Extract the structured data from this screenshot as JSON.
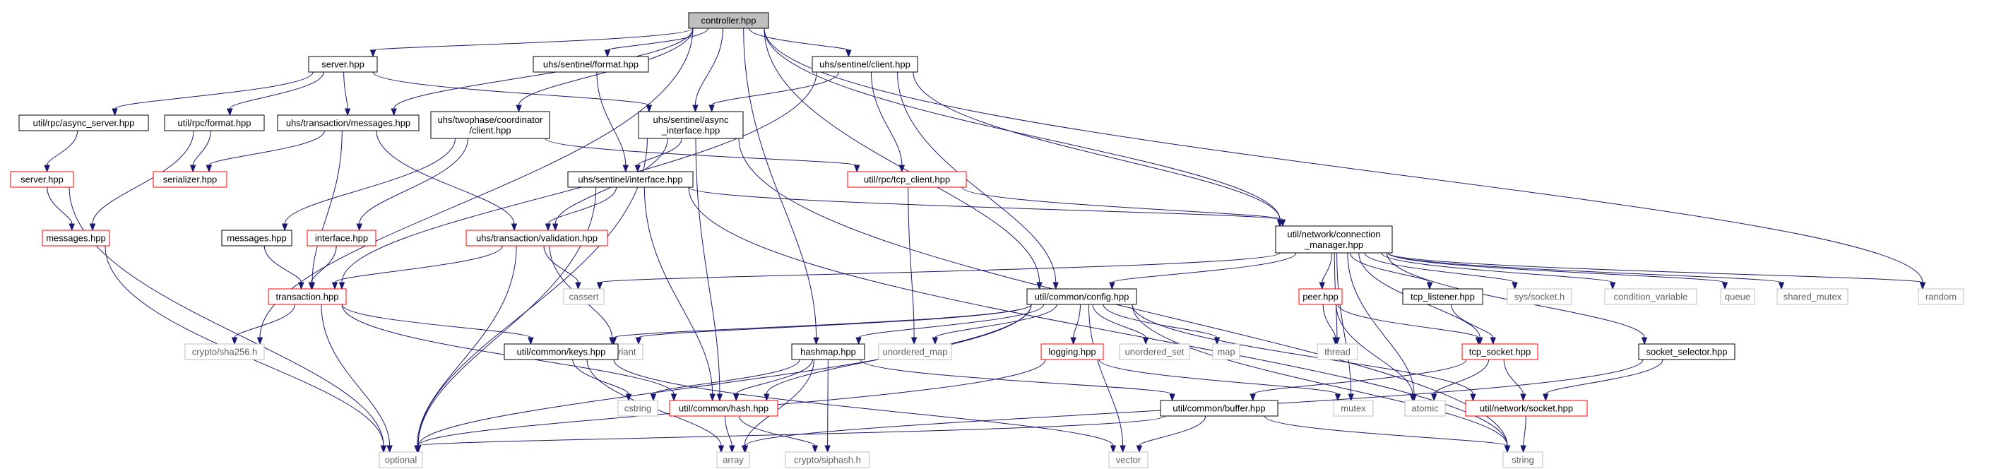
{
  "graph": {
    "colors": {
      "edge": "#191970",
      "root_fill": "#bfbfbf",
      "node_border": "#000000",
      "missing_border": "#ff0000",
      "external_border": "#bfbfbf",
      "external_text": "#5f5f5f"
    },
    "nodes": [
      {
        "id": "controller",
        "label": [
          "controller.hpp"
        ],
        "kind": "root"
      },
      {
        "id": "server_hpp",
        "label": [
          "server.hpp"
        ],
        "kind": "normal"
      },
      {
        "id": "sentinel_format",
        "label": [
          "uhs/sentinel/format.hpp"
        ],
        "kind": "normal"
      },
      {
        "id": "sentinel_client",
        "label": [
          "uhs/sentinel/client.hpp"
        ],
        "kind": "normal"
      },
      {
        "id": "async_server",
        "label": [
          "util/rpc/async_server.hpp"
        ],
        "kind": "normal"
      },
      {
        "id": "rpc_format",
        "label": [
          "util/rpc/format.hpp"
        ],
        "kind": "normal"
      },
      {
        "id": "tx_messages",
        "label": [
          "uhs/transaction/messages.hpp"
        ],
        "kind": "normal"
      },
      {
        "id": "twophase_client",
        "label": [
          "uhs/twophase/coordinator",
          "/client.hpp"
        ],
        "kind": "normal"
      },
      {
        "id": "async_interface",
        "label": [
          "uhs/sentinel/async",
          "_interface.hpp"
        ],
        "kind": "normal"
      },
      {
        "id": "server_hpp2",
        "label": [
          "server.hpp"
        ],
        "kind": "missing"
      },
      {
        "id": "serializer",
        "label": [
          "serializer.hpp"
        ],
        "kind": "missing"
      },
      {
        "id": "tcp_client",
        "label": [
          "util/rpc/tcp_client.hpp"
        ],
        "kind": "missing"
      },
      {
        "id": "sentinel_interface",
        "label": [
          "uhs/sentinel/interface.hpp"
        ],
        "kind": "normal"
      },
      {
        "id": "messages_red",
        "label": [
          "messages.hpp"
        ],
        "kind": "missing"
      },
      {
        "id": "messages_plain",
        "label": [
          "messages.hpp"
        ],
        "kind": "normal"
      },
      {
        "id": "interface_red",
        "label": [
          "interface.hpp"
        ],
        "kind": "missing"
      },
      {
        "id": "validation",
        "label": [
          "uhs/transaction/validation.hpp"
        ],
        "kind": "missing"
      },
      {
        "id": "conn_manager",
        "label": [
          "util/network/connection",
          "_manager.hpp"
        ],
        "kind": "normal"
      },
      {
        "id": "transaction",
        "label": [
          "transaction.hpp"
        ],
        "kind": "missing"
      },
      {
        "id": "cassert",
        "label": [
          "cassert"
        ],
        "kind": "external"
      },
      {
        "id": "config",
        "label": [
          "util/common/config.hpp"
        ],
        "kind": "normal"
      },
      {
        "id": "peer",
        "label": [
          "peer.hpp"
        ],
        "kind": "missing"
      },
      {
        "id": "tcp_listener",
        "label": [
          "tcp_listener.hpp"
        ],
        "kind": "normal"
      },
      {
        "id": "sys_socket",
        "label": [
          "sys/socket.h"
        ],
        "kind": "external"
      },
      {
        "id": "condition_variable",
        "label": [
          "condition_variable"
        ],
        "kind": "external"
      },
      {
        "id": "queue",
        "label": [
          "queue"
        ],
        "kind": "external"
      },
      {
        "id": "shared_mutex",
        "label": [
          "shared_mutex"
        ],
        "kind": "external"
      },
      {
        "id": "random",
        "label": [
          "random"
        ],
        "kind": "external"
      },
      {
        "id": "sha256",
        "label": [
          "crypto/sha256.h"
        ],
        "kind": "external"
      },
      {
        "id": "variant",
        "label": [
          "variant"
        ],
        "kind": "external"
      },
      {
        "id": "hashmap",
        "label": [
          "hashmap.hpp"
        ],
        "kind": "normal"
      },
      {
        "id": "unordered_map",
        "label": [
          "unordered_map"
        ],
        "kind": "external"
      },
      {
        "id": "logging",
        "label": [
          "logging.hpp"
        ],
        "kind": "missing"
      },
      {
        "id": "unordered_set",
        "label": [
          "unordered_set"
        ],
        "kind": "external"
      },
      {
        "id": "map",
        "label": [
          "map"
        ],
        "kind": "external"
      },
      {
        "id": "thread",
        "label": [
          "thread"
        ],
        "kind": "external"
      },
      {
        "id": "tcp_socket",
        "label": [
          "tcp_socket.hpp"
        ],
        "kind": "missing"
      },
      {
        "id": "socket_selector",
        "label": [
          "socket_selector.hpp"
        ],
        "kind": "normal"
      },
      {
        "id": "keys",
        "label": [
          "util/common/keys.hpp"
        ],
        "kind": "normal"
      },
      {
        "id": "cstring",
        "label": [
          "cstring"
        ],
        "kind": "external"
      },
      {
        "id": "hash",
        "label": [
          "util/common/hash.hpp"
        ],
        "kind": "missing"
      },
      {
        "id": "buffer",
        "label": [
          "util/common/buffer.hpp"
        ],
        "kind": "normal"
      },
      {
        "id": "mutex",
        "label": [
          "mutex"
        ],
        "kind": "external"
      },
      {
        "id": "atomic",
        "label": [
          "atomic"
        ],
        "kind": "external"
      },
      {
        "id": "net_socket",
        "label": [
          "util/network/socket.hpp"
        ],
        "kind": "missing"
      },
      {
        "id": "optional",
        "label": [
          "optional"
        ],
        "kind": "external"
      },
      {
        "id": "array",
        "label": [
          "array"
        ],
        "kind": "external"
      },
      {
        "id": "siphash",
        "label": [
          "crypto/siphash.h"
        ],
        "kind": "external"
      },
      {
        "id": "vector",
        "label": [
          "vector"
        ],
        "kind": "external"
      },
      {
        "id": "string",
        "label": [
          "string"
        ],
        "kind": "external"
      }
    ],
    "edges": [
      [
        "controller",
        "server_hpp"
      ],
      [
        "controller",
        "sentinel_format"
      ],
      [
        "controller",
        "sentinel_client"
      ],
      [
        "controller",
        "tx_messages"
      ],
      [
        "controller",
        "twophase_client"
      ],
      [
        "controller",
        "async_interface"
      ],
      [
        "controller",
        "config"
      ],
      [
        "controller",
        "conn_manager"
      ],
      [
        "controller",
        "hashmap"
      ],
      [
        "controller",
        "random"
      ],
      [
        "controller",
        "sha256"
      ],
      [
        "server_hpp",
        "async_server"
      ],
      [
        "server_hpp",
        "rpc_format"
      ],
      [
        "server_hpp",
        "tx_messages"
      ],
      [
        "server_hpp",
        "async_interface"
      ],
      [
        "sentinel_format",
        "sentinel_interface"
      ],
      [
        "sentinel_client",
        "async_interface"
      ],
      [
        "sentinel_client",
        "tcp_client"
      ],
      [
        "sentinel_client",
        "config"
      ],
      [
        "sentinel_client",
        "conn_manager"
      ],
      [
        "sentinel_client",
        "transaction"
      ],
      [
        "async_server",
        "server_hpp2"
      ],
      [
        "rpc_format",
        "serializer"
      ],
      [
        "rpc_format",
        "messages_red"
      ],
      [
        "tx_messages",
        "serializer"
      ],
      [
        "tx_messages",
        "validation"
      ],
      [
        "tx_messages",
        "transaction"
      ],
      [
        "twophase_client",
        "tcp_client"
      ],
      [
        "twophase_client",
        "messages_plain"
      ],
      [
        "twophase_client",
        "interface_red"
      ],
      [
        "async_interface",
        "sentinel_interface"
      ],
      [
        "async_interface",
        "validation"
      ],
      [
        "async_interface",
        "hash"
      ],
      [
        "async_interface",
        "optional"
      ],
      [
        "async_interface",
        "string"
      ],
      [
        "server_hpp2",
        "messages_red"
      ],
      [
        "server_hpp2",
        "optional"
      ],
      [
        "messages_red",
        "optional"
      ],
      [
        "tcp_client",
        "conn_manager"
      ],
      [
        "tcp_client",
        "unordered_map"
      ],
      [
        "sentinel_interface",
        "validation"
      ],
      [
        "sentinel_interface",
        "conn_manager"
      ],
      [
        "sentinel_interface",
        "hash"
      ],
      [
        "sentinel_interface",
        "optional"
      ],
      [
        "sentinel_interface",
        "string"
      ],
      [
        "messages_plain",
        "transaction"
      ],
      [
        "interface_red",
        "transaction"
      ],
      [
        "validation",
        "transaction"
      ],
      [
        "validation",
        "cassert"
      ],
      [
        "validation",
        "optional"
      ],
      [
        "validation",
        "variant"
      ],
      [
        "transaction",
        "keys"
      ],
      [
        "transaction",
        "hash"
      ],
      [
        "transaction",
        "sha256"
      ],
      [
        "transaction",
        "optional"
      ],
      [
        "conn_manager",
        "config"
      ],
      [
        "conn_manager",
        "cassert"
      ],
      [
        "conn_manager",
        "peer"
      ],
      [
        "conn_manager",
        "tcp_listener"
      ],
      [
        "conn_manager",
        "sys_socket"
      ],
      [
        "conn_manager",
        "condition_variable"
      ],
      [
        "conn_manager",
        "queue"
      ],
      [
        "conn_manager",
        "shared_mutex"
      ],
      [
        "conn_manager",
        "random"
      ],
      [
        "conn_manager",
        "socket_selector"
      ],
      [
        "conn_manager",
        "thread"
      ],
      [
        "conn_manager",
        "tcp_socket"
      ],
      [
        "conn_manager",
        "mutex"
      ],
      [
        "conn_manager",
        "atomic"
      ],
      [
        "config",
        "keys"
      ],
      [
        "config",
        "variant"
      ],
      [
        "config",
        "hashmap"
      ],
      [
        "config",
        "unordered_map"
      ],
      [
        "config",
        "logging"
      ],
      [
        "config",
        "unordered_set"
      ],
      [
        "config",
        "map"
      ],
      [
        "config",
        "hash"
      ],
      [
        "config",
        "net_socket"
      ],
      [
        "config",
        "optional"
      ],
      [
        "config",
        "vector"
      ],
      [
        "config",
        "string"
      ],
      [
        "peer",
        "tcp_socket"
      ],
      [
        "peer",
        "thread"
      ],
      [
        "peer",
        "atomic"
      ],
      [
        "tcp_listener",
        "tcp_socket"
      ],
      [
        "tcp_socket",
        "buffer"
      ],
      [
        "tcp_socket",
        "net_socket"
      ],
      [
        "tcp_socket",
        "atomic"
      ],
      [
        "socket_selector",
        "net_socket"
      ],
      [
        "socket_selector",
        "array"
      ],
      [
        "hashmap",
        "hash"
      ],
      [
        "hashmap",
        "buffer"
      ],
      [
        "hashmap",
        "cstring"
      ],
      [
        "hashmap",
        "siphash"
      ],
      [
        "hashmap",
        "array"
      ],
      [
        "logging",
        "mutex"
      ],
      [
        "logging",
        "optional"
      ],
      [
        "keys",
        "cstring"
      ],
      [
        "keys",
        "array"
      ],
      [
        "keys",
        "vector"
      ],
      [
        "hash",
        "array"
      ],
      [
        "hash",
        "siphash"
      ],
      [
        "buffer",
        "vector"
      ],
      [
        "buffer",
        "string"
      ],
      [
        "buffer",
        "optional"
      ],
      [
        "net_socket",
        "string"
      ]
    ]
  }
}
